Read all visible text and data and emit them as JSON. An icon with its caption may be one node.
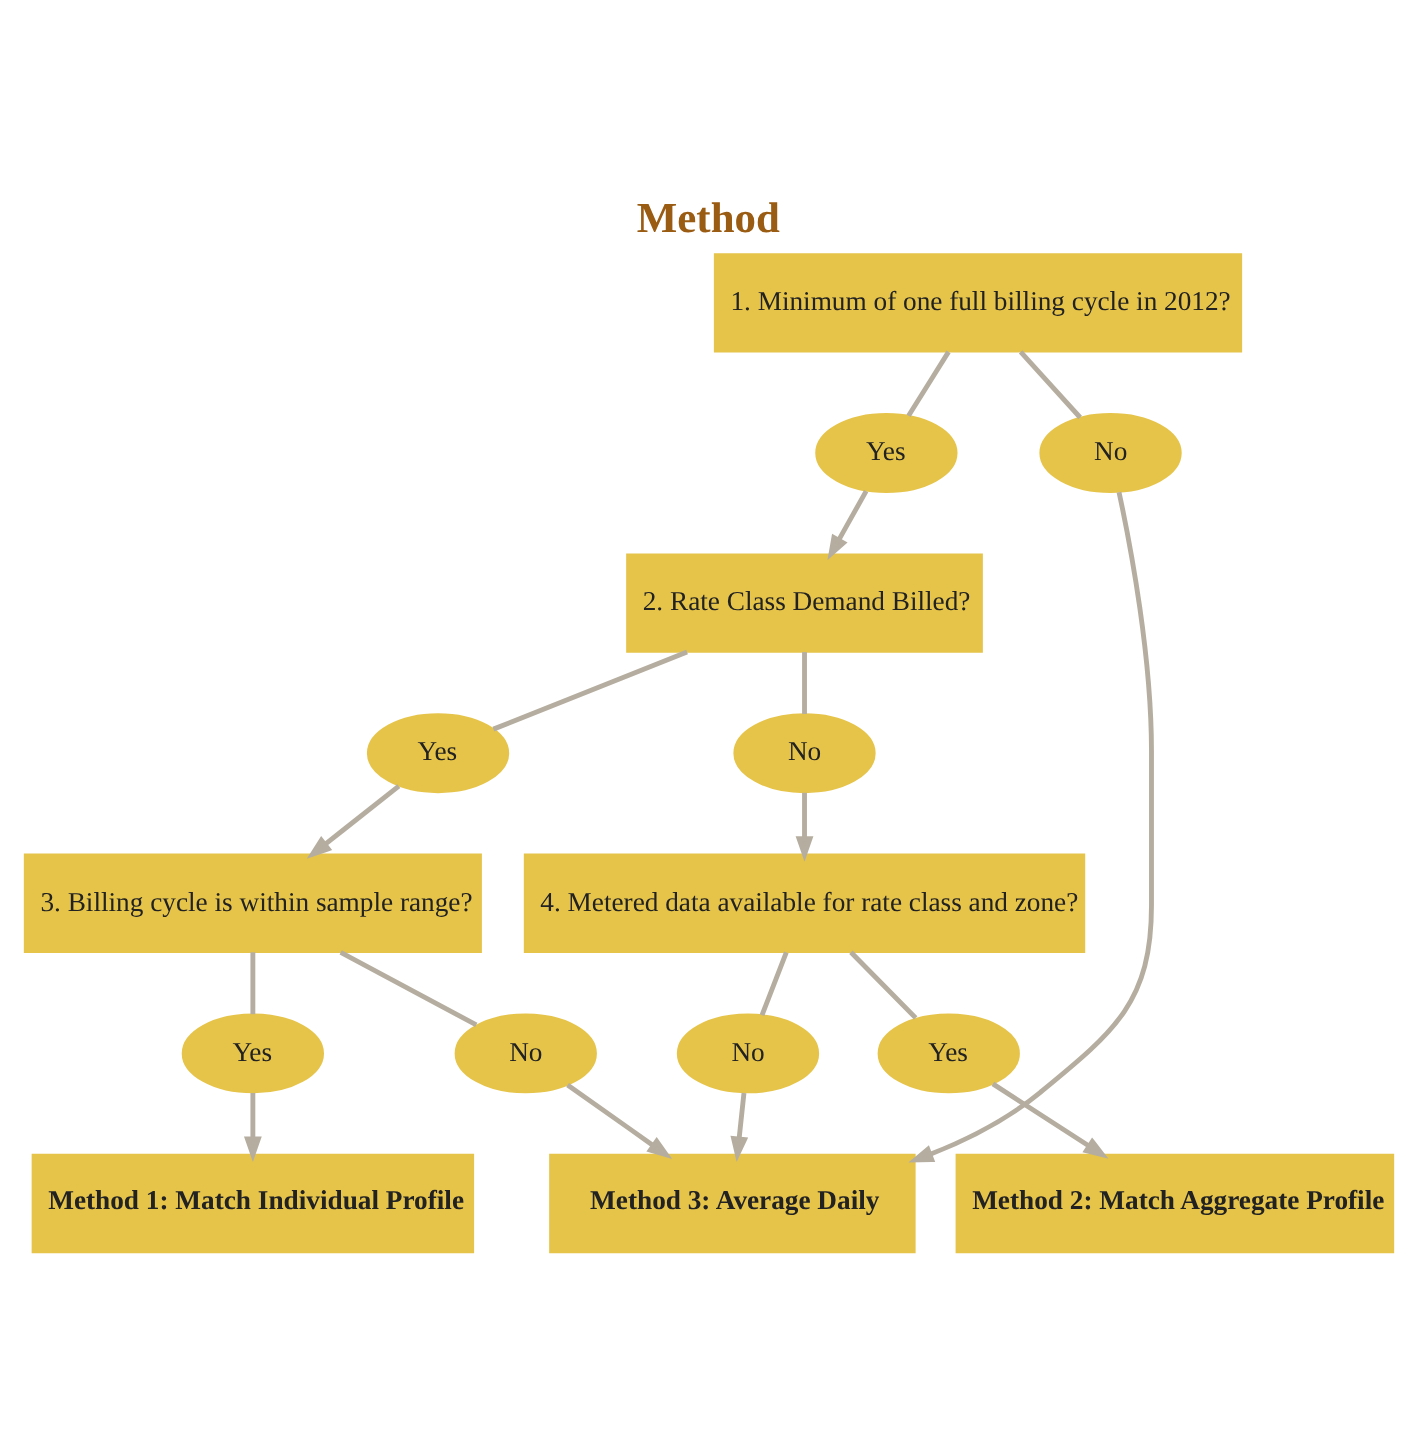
{
  "diagram": {
    "title": "Method",
    "nodes": [
      {
        "text": [
          "1. Minimum of one full billing cycle in 2012?"
        ]
      },
      {
        "text": [
          "Yes"
        ]
      },
      {
        "text": [
          "No"
        ]
      },
      {
        "text": [
          "2. Rate Class Demand Billed?"
        ]
      },
      {
        "text": [
          "Yes"
        ]
      },
      {
        "text": [
          "No"
        ]
      },
      {
        "text": [
          "3. Billing cycle is within sample range?"
        ]
      },
      {
        "text": [
          "4. Metered data available for rate class and zone?"
        ]
      },
      {
        "text": [
          "Yes"
        ]
      },
      {
        "text": [
          "No"
        ]
      },
      {
        "text": [
          "Yes"
        ]
      },
      {
        "text": [
          "No"
        ]
      },
      {
        "text": [
          "Method 1: Match Individual Profile"
        ]
      },
      {
        "text": [
          "Method 2: Match Aggregate Profile"
        ]
      },
      {
        "text": [
          "Method 3: Average Daily"
        ]
      }
    ],
    "edges": [
      {
        "from": 0,
        "to": 1,
        "arrow": "none"
      },
      {
        "from": 0,
        "to": 2,
        "arrow": "none"
      },
      {
        "from": 1,
        "to": 3,
        "arrow": "to"
      },
      {
        "from": 2,
        "to": 14,
        "arrow": "to"
      },
      {
        "from": 3,
        "to": 4,
        "arrow": "none"
      },
      {
        "from": 3,
        "to": 5,
        "arrow": "none"
      },
      {
        "from": 4,
        "to": 6,
        "arrow": "to"
      },
      {
        "from": 5,
        "to": 7,
        "arrow": "to"
      },
      {
        "from": 6,
        "to": 8,
        "arrow": "none"
      },
      {
        "from": 6,
        "to": 9,
        "arrow": "none"
      },
      {
        "from": 7,
        "to": 10,
        "arrow": "none"
      },
      {
        "from": 7,
        "to": 11,
        "arrow": "none"
      },
      {
        "from": 8,
        "to": 12,
        "arrow": "to"
      },
      {
        "from": 9,
        "to": 14,
        "arrow": "to"
      },
      {
        "from": 10,
        "to": 13,
        "arrow": "to"
      },
      {
        "from": 11,
        "to": 14,
        "arrow": "to"
      }
    ]
  }
}
